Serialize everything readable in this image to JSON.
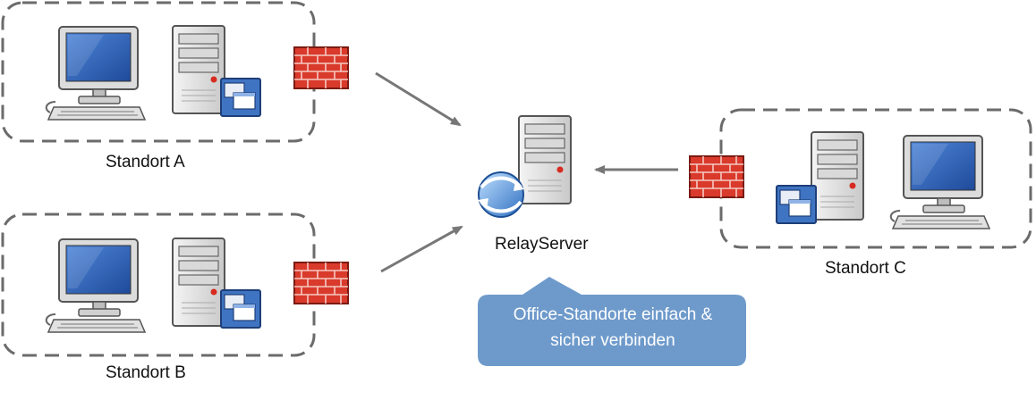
{
  "sites": {
    "a": {
      "label": "Standort A"
    },
    "b": {
      "label": "Standort B"
    },
    "c": {
      "label": "Standort C"
    }
  },
  "relay": {
    "label": "RelayServer"
  },
  "callout": {
    "line1": "Office-Standorte einfach &",
    "line2": "sicher verbinden"
  },
  "colors": {
    "callout": "#6e9acb",
    "boundary": "#6b6b6b",
    "firewall": "#d93a2b",
    "screen": "#2f5fb3",
    "arrow": "#777777"
  }
}
